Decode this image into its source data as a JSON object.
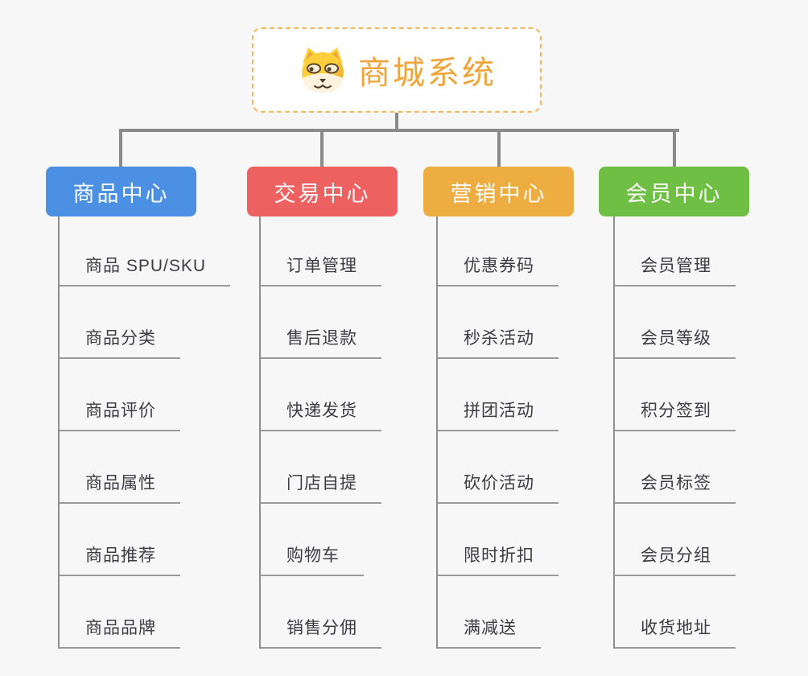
{
  "page": {
    "background_color": "#f7f7f7",
    "connector_color": "#8a8a8a",
    "underline_color": "#9a9a9a",
    "leaf_text_color": "#3c3c42"
  },
  "root": {
    "title": "商城系统",
    "icon": "dog-face-icon",
    "text_color": "#f0a53a",
    "border_color": "#f3b75c"
  },
  "branches": [
    {
      "label": "商品中心",
      "color": "#4b90e2",
      "items": [
        "商品 SPU/SKU",
        "商品分类",
        "商品评价",
        "商品属性",
        "商品推荐",
        "商品品牌"
      ]
    },
    {
      "label": "交易中心",
      "color": "#ed6161",
      "items": [
        "订单管理",
        "售后退款",
        "快递发货",
        "门店自提",
        "购物车",
        "销售分佣"
      ]
    },
    {
      "label": "营销中心",
      "color": "#edad40",
      "items": [
        "优惠券码",
        "秒杀活动",
        "拼团活动",
        "砍价活动",
        "限时折扣",
        "满减送"
      ]
    },
    {
      "label": "会员中心",
      "color": "#6fbf44",
      "items": [
        "会员管理",
        "会员等级",
        "积分签到",
        "会员标签",
        "会员分组",
        "收货地址"
      ]
    }
  ]
}
